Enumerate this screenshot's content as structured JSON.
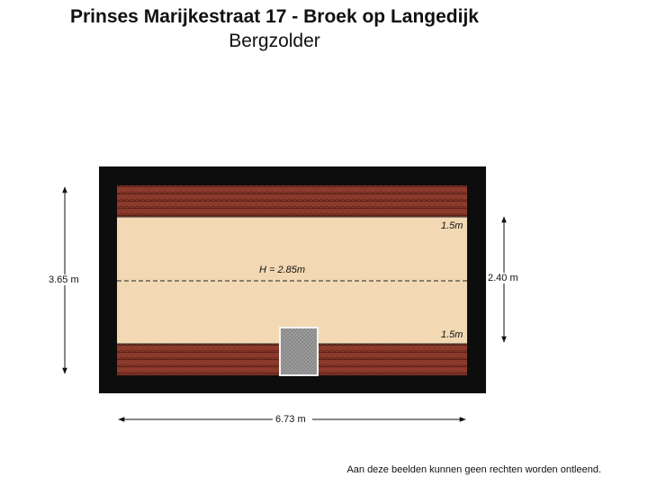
{
  "title": {
    "address": "Prinses Marijkestraat 17 - Broek op Langedijk",
    "floor": "Bergzolder"
  },
  "dimensions": {
    "left_height": "3.65 m",
    "right_height": "2.40 m",
    "bottom_width": "6.73 m"
  },
  "room": {
    "height_label": "H = 2.85m",
    "slope_top_label": "1.5m",
    "slope_bottom_label": "1.5m"
  },
  "footer": {
    "disclaimer": "Aan deze beelden kunnen geen rechten worden ontleend."
  },
  "colors": {
    "wall": "#0d0d0d",
    "floor": "#f2d9b3",
    "roof_tile": "#8b3a2b",
    "roof_tile_dark": "#5e2118",
    "hatch": "#8e8e8e"
  }
}
